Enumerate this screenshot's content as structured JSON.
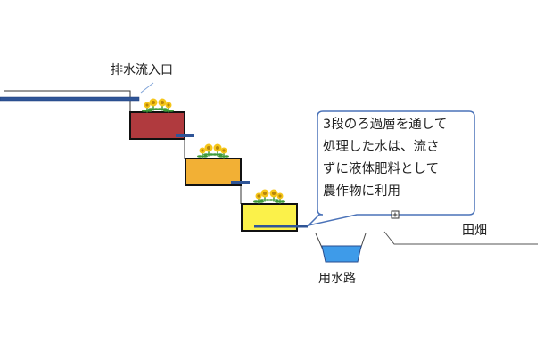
{
  "diagram": {
    "title": "3-stage filtration of drainage water",
    "labels": {
      "inlet": "排水流入口",
      "channel": "用水路",
      "field": "田畑"
    },
    "callout": {
      "lines": [
        "3段のろ過層を通して",
        "処理した水は、流さ",
        "ずに液体肥料として",
        "農作物に利用"
      ],
      "expand_icon": "plus-box-icon"
    },
    "stages": [
      {
        "name": "stage-1",
        "color": "#b03a3e"
      },
      {
        "name": "stage-2",
        "color": "#f2b035"
      },
      {
        "name": "stage-3",
        "color": "#fbf14a"
      }
    ],
    "colors": {
      "pipe": "#2f5597",
      "outline": "#111111",
      "callout_border": "#4a72b8",
      "water": "#3e9be9",
      "ground": "#555555",
      "flower_petal": "#f5c518",
      "flower_center": "#b8860b",
      "leaf": "#3f9a3a"
    },
    "decorations": {
      "sunflower_icon": "sunflower-icon"
    }
  }
}
